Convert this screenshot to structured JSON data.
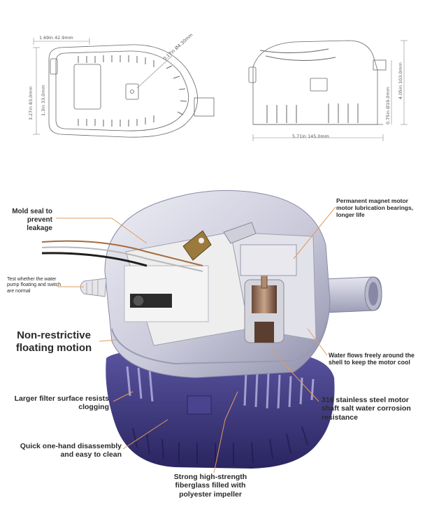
{
  "top_view": {
    "width_dim": "1.69in 42.9mm",
    "diameter_dim": "0.17in Ø4.30mm",
    "height_dim": "3.27in 83.0mm",
    "inner_height_dim": "1.3in 33.0mm"
  },
  "side_view": {
    "length_dim": "5.71in 145.0mm",
    "outlet_dim": "0.75in Ø19.0mm",
    "height_dim": "4.05in 103.0mm"
  },
  "callouts": {
    "mold_seal": "Mold seal to prevent leakage",
    "test_switch": "Test whether the water pump floating and switch are normal",
    "floating_motion": "Non-restrictive floating motion",
    "filter_surface": "Larger filter surface resists clogging",
    "disassembly": "Quick one-hand disassembly and easy to clean",
    "impeller": "Strong high-strength fiberglass filled with polyester impeller",
    "motor": "Permanent magnet motor motor lubrication bearings, longer life",
    "water_flow": "Water flows freely around the shell to keep the motor cool",
    "shaft": "316 stainless steel motor shaft salt water corrosion resistance"
  },
  "colors": {
    "leader_line": "#e39b5c",
    "base_purple": "#3e3880",
    "shell": "#d6d6e4"
  }
}
